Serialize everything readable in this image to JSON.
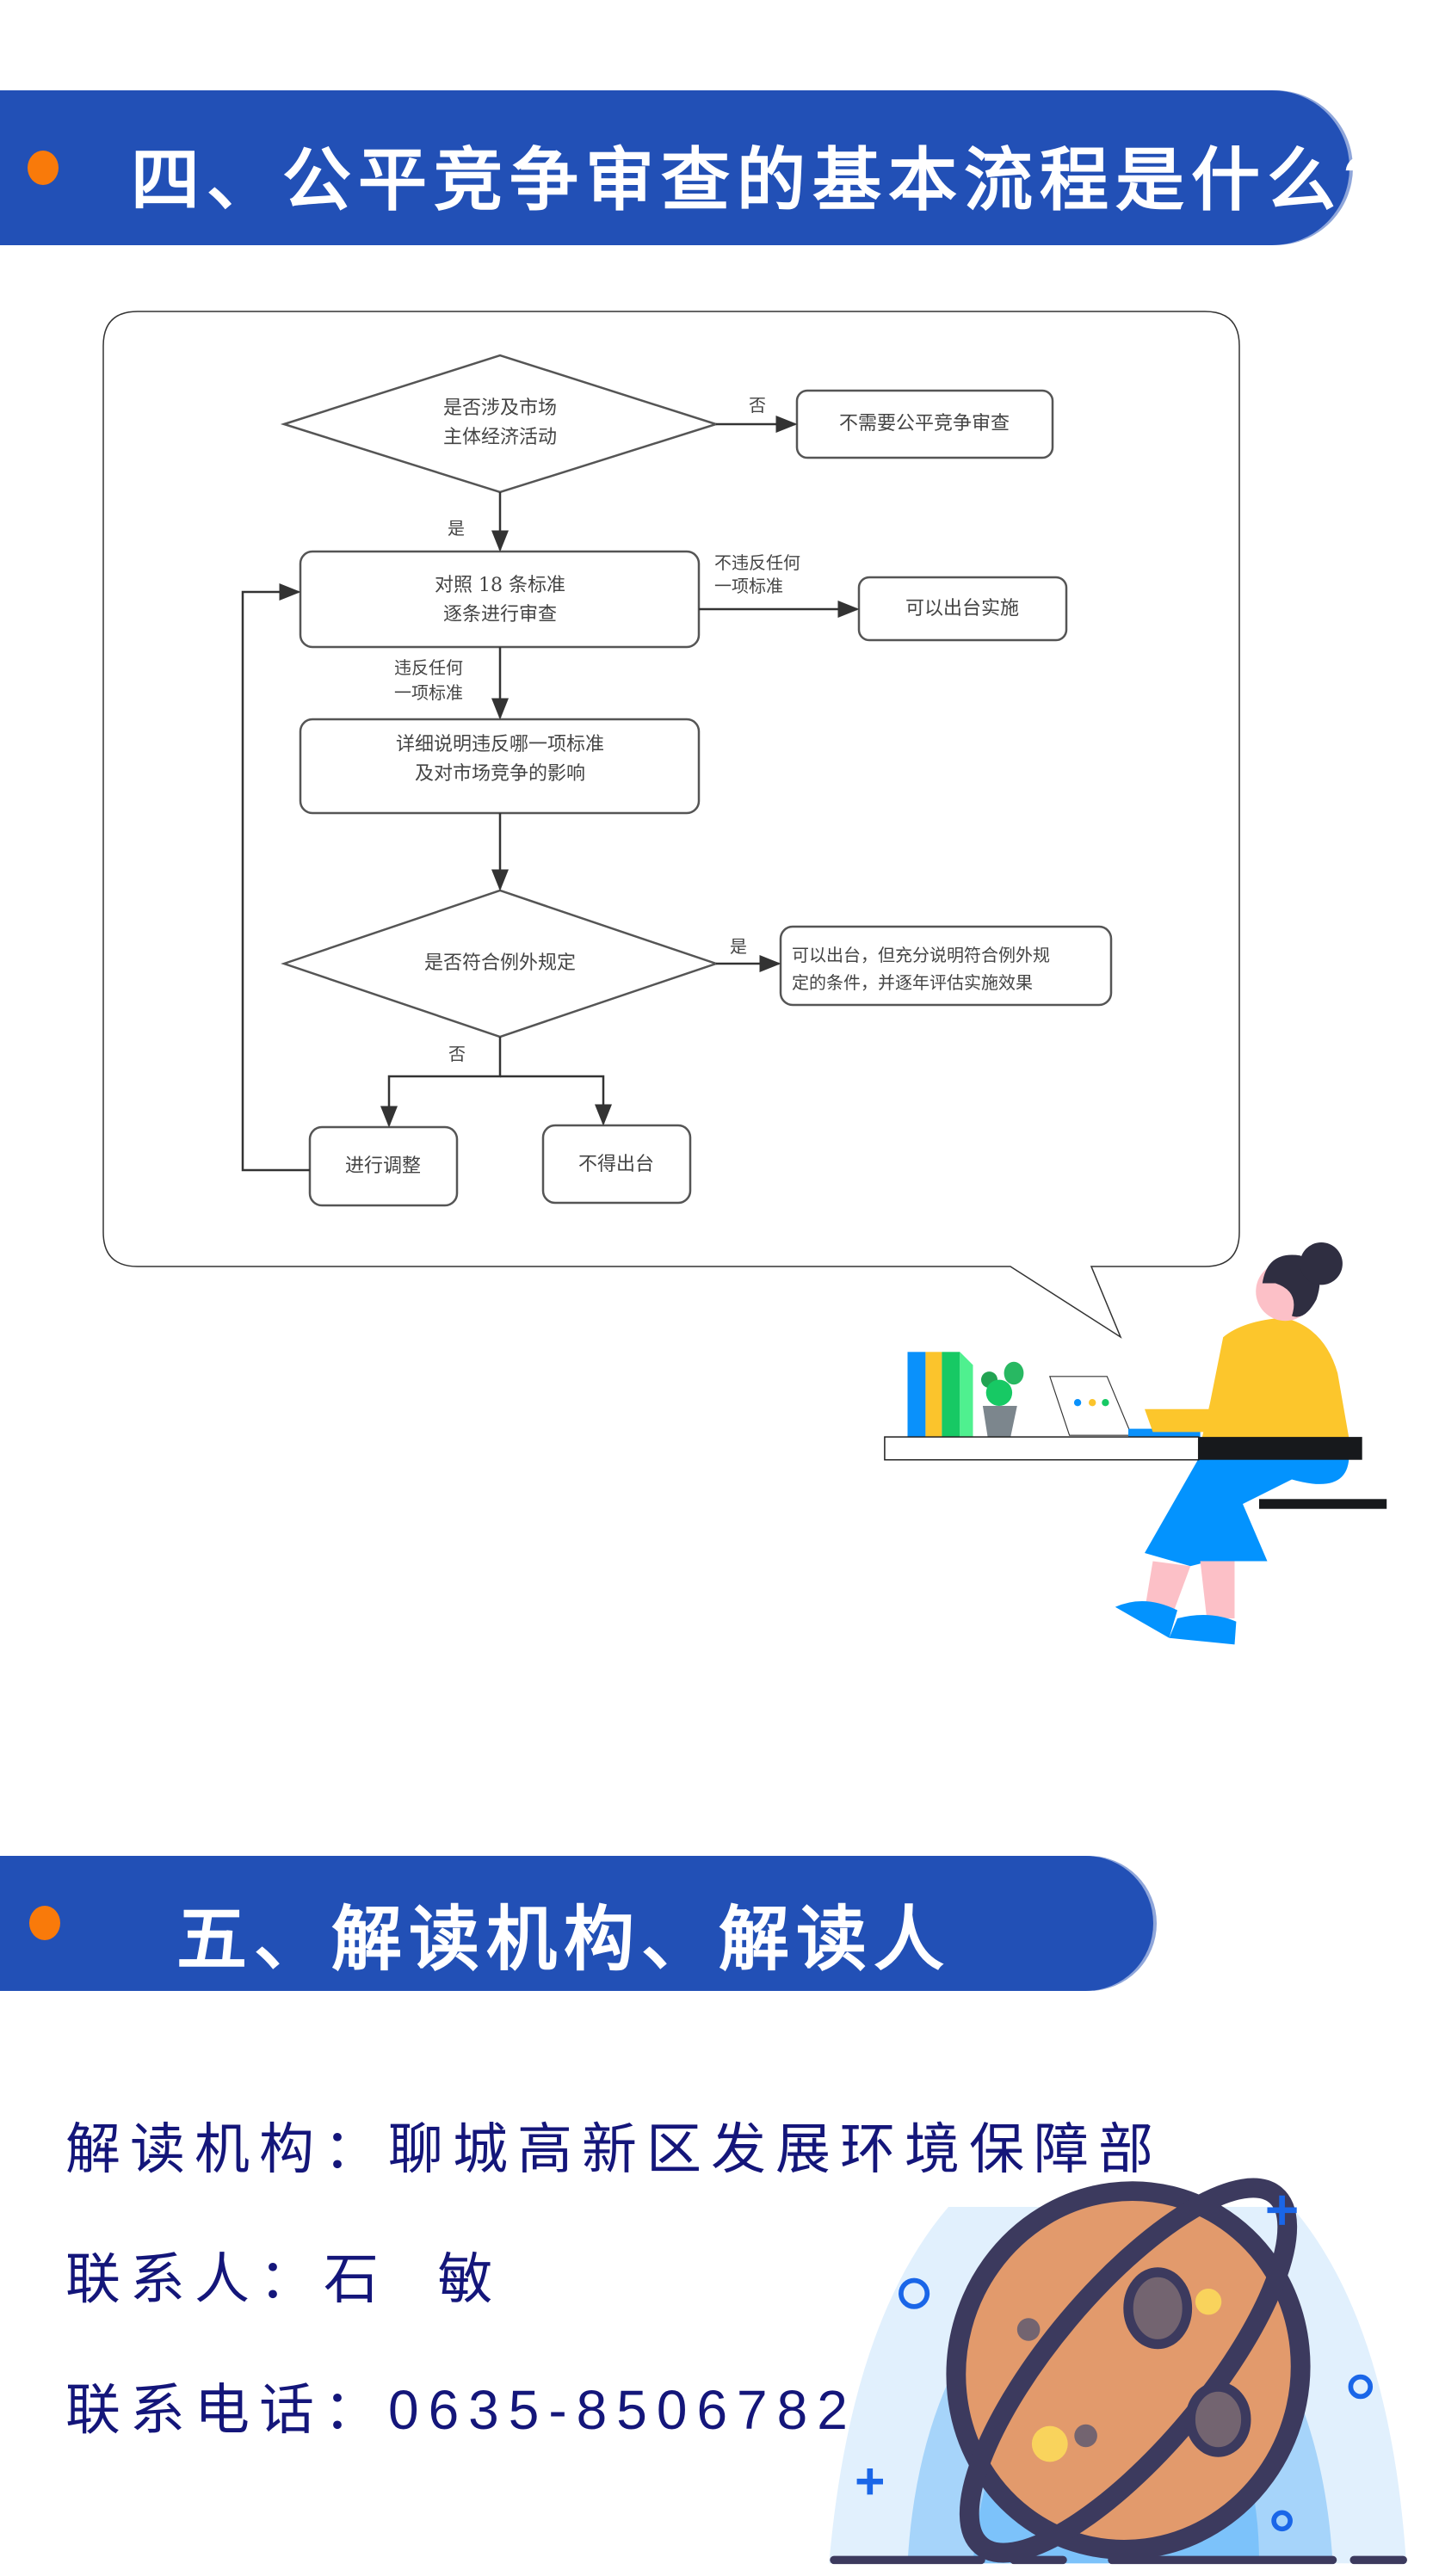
{
  "section4": {
    "title": "四、公平竞争审查的基本流程是什么?",
    "flowchart": {
      "decision1": {
        "line1": "是否涉及市场",
        "line2": "主体经济活动"
      },
      "no_review_box": "不需要公平竞争审查",
      "label_no_1": "否",
      "label_yes_1": "是",
      "review_box": {
        "line1": "对照 18 条标准",
        "line2": "逐条进行审查"
      },
      "label_not_violate": {
        "line1": "不违反任何",
        "line2": "一项标准"
      },
      "can_issue_box": "可以出台实施",
      "label_violate": {
        "line1": "违反任何",
        "line2": "一项标准"
      },
      "explain_box": {
        "line1": "详细说明违反哪一项标准",
        "line2": "及对市场竞争的影响"
      },
      "decision2": "是否符合例外规定",
      "label_yes_2": "是",
      "exception_box": {
        "line1": "可以出台，但充分说明符合例外规",
        "line2": "定的条件，并逐年评估实施效果"
      },
      "label_no_2": "否",
      "adjust_box": "进行调整",
      "not_issue_box": "不得出台"
    }
  },
  "section5": {
    "title": "五、解读机构、解读人",
    "org_line": "解读机构：聊城高新区发展环境保障部",
    "contact_line": "联系人：石  敏",
    "phone_line": "联系电话：0635-8506782"
  },
  "colors": {
    "banner": "#2250b6",
    "bullet": "#f97a0a",
    "contact_text": "#14167a"
  }
}
